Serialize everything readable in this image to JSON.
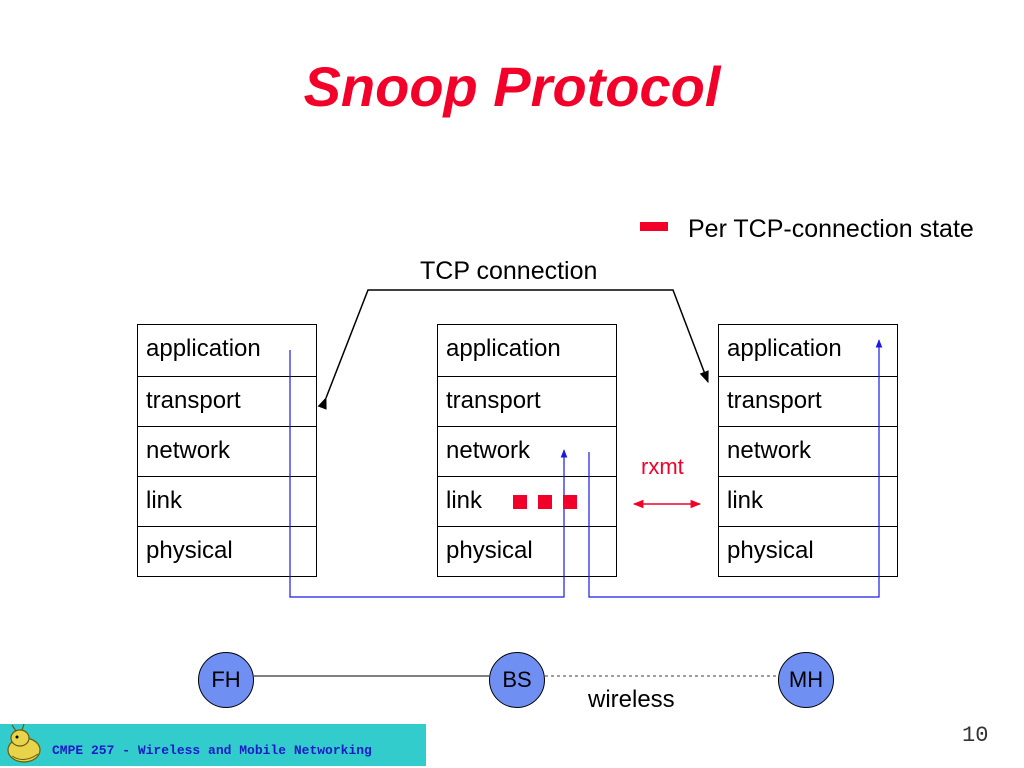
{
  "slide": {
    "title": "Snoop Protocol",
    "legend_text": "Per TCP-connection state",
    "tcp_connection_label": "TCP connection",
    "rxmt_label": "rxmt",
    "wireless_label": "wireless",
    "page_number": "10",
    "footer_text": "CMPE 257 - Wireless and Mobile Networking"
  },
  "stacks": {
    "fh": [
      "application",
      "transport",
      "network",
      "link",
      "physical"
    ],
    "bs": [
      "application",
      "transport",
      "network",
      "link",
      "physical"
    ],
    "mh": [
      "application",
      "transport",
      "network",
      "link",
      "physical"
    ]
  },
  "nodes": {
    "fh": "FH",
    "bs": "BS",
    "mh": "MH"
  },
  "colors": {
    "title": "#f2002a",
    "state_marker": "#f2002a",
    "packet_path": "#1a1ae6",
    "node_fill": "#6f8ff2",
    "footer_bar": "#33cccc"
  }
}
